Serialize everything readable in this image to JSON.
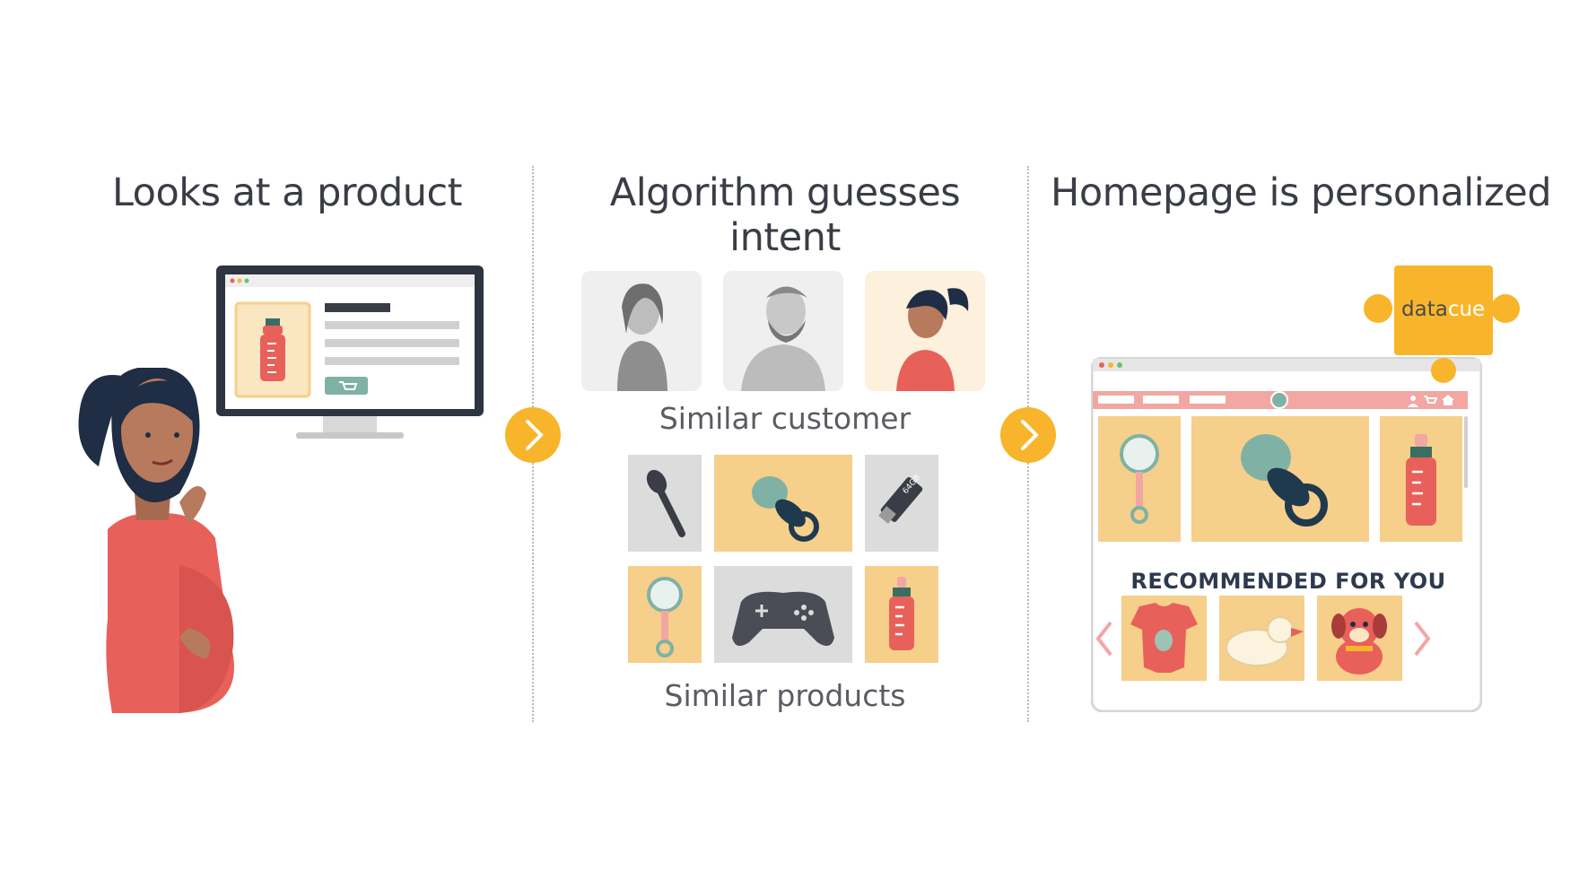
{
  "panels": [
    {
      "title": "Looks at a product"
    },
    {
      "title": "Algorithm guesses intent",
      "caption_customers": "Similar customer",
      "caption_products": "Similar products"
    },
    {
      "title": "Homepage is personalized",
      "recommended_title": "RECOMMENDED FOR YOU",
      "brand": {
        "part1": "data",
        "part2": "cue"
      }
    }
  ],
  "colors": {
    "accent": "#f8b52b",
    "tile_yellow": "#f6cf8b",
    "tile_grey": "#dcdcdc",
    "coral": "#e8605a",
    "pink_bar": "#f2a7a3"
  },
  "icons": [
    "monitor-icon",
    "baby-bottle-icon",
    "cart-icon",
    "pacifier-icon",
    "rattle-icon",
    "microphone-icon",
    "usb-drive-icon",
    "gamepad-icon",
    "onesie-icon",
    "rubber-duck-icon",
    "plush-dog-icon",
    "chevron-right-icon",
    "puzzle-piece-icon"
  ],
  "usb_label": "64GB"
}
